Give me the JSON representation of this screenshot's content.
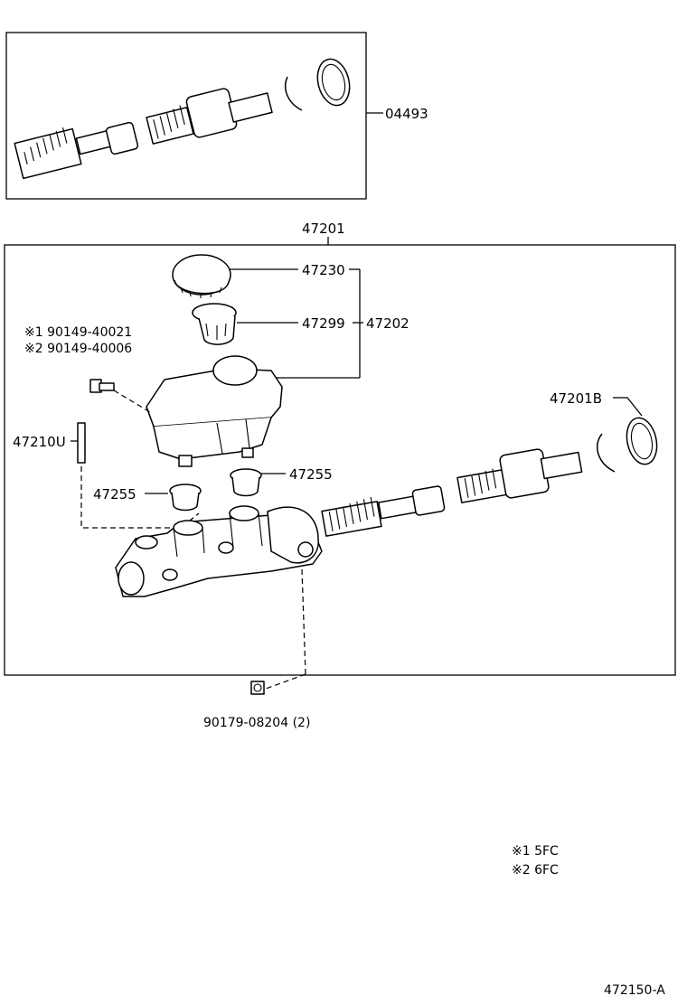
{
  "callouts": {
    "kit": "04493",
    "assembly": "47201",
    "cap": "47230",
    "strainer": "47299",
    "reservoir": "47202",
    "kit_right": "47201B",
    "pin": "47210U",
    "grommet_left": "47255",
    "grommet_right": "47255",
    "nut": "90179-08204 (2)",
    "bolt_1": "※1 90149-40021",
    "bolt_2": "※2 90149-40006"
  },
  "notes": {
    "note_1": "※1 5FC",
    "note_2": "※2 6FC"
  },
  "figure_id": "472150-A"
}
